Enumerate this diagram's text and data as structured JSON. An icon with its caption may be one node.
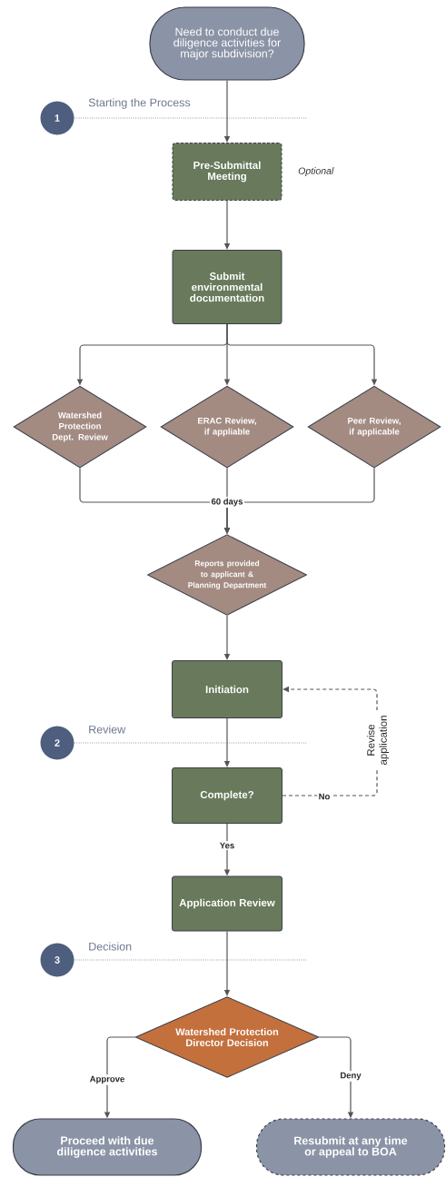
{
  "diagram": {
    "nodes": [
      {
        "text": [
          "Need to conduct due diligence activities for major subdivision?"
        ]
      },
      {
        "text": [
          "1"
        ],
        "beside": [
          "Starting the Process"
        ]
      },
      {
        "text": [
          "Pre-Submittal Meeting"
        ],
        "beside": [
          "Optional"
        ]
      },
      {
        "text": [
          "Submit environmental documentation"
        ]
      },
      {
        "text": [
          "Watershed Protection Dept. Review"
        ]
      },
      {
        "text": [
          "ERAC Review, if appliable"
        ]
      },
      {
        "text": [
          "Peer Review, if applicable"
        ]
      },
      {
        "text": [
          "Reports provided to applicant & Planning Department"
        ]
      },
      {
        "text": [
          "2"
        ],
        "beside": [
          "Review"
        ]
      },
      {
        "text": [
          "Initiation"
        ]
      },
      {
        "text": [
          "Complete?"
        ]
      },
      {
        "text": [
          "Application Review"
        ]
      },
      {
        "text": [
          "3"
        ],
        "beside": [
          "Decision"
        ]
      },
      {
        "text": [
          "Watershed Protection Director Decision"
        ]
      },
      {
        "text": [
          "Proceed with due diligence activities"
        ]
      },
      {
        "text": [
          "Resubmit at any time or appeal to BOA"
        ]
      }
    ],
    "edges": [
      {
        "from": 0,
        "to": 2,
        "arrow": "to"
      },
      {
        "from": 2,
        "to": 3,
        "arrow": "to"
      },
      {
        "from": 3,
        "to": 4,
        "arrow": "to"
      },
      {
        "from": 3,
        "to": 5,
        "arrow": "to"
      },
      {
        "from": 3,
        "to": 6,
        "arrow": "to"
      },
      {
        "from": 4,
        "to": 7,
        "arrow": "to"
      },
      {
        "from": 5,
        "to": 7,
        "arrow": "to",
        "label": "60 days"
      },
      {
        "from": 6,
        "to": 7,
        "arrow": "to"
      },
      {
        "from": 7,
        "to": 9,
        "arrow": "to"
      },
      {
        "from": 9,
        "to": 10,
        "arrow": "to"
      },
      {
        "from": 10,
        "to": 9,
        "arrow": "to",
        "style": "dashed",
        "label": "No"
      },
      {
        "from": 10,
        "to": 11,
        "arrow": "to",
        "label": "Yes"
      },
      {
        "from": 11,
        "to": 13,
        "arrow": "to"
      },
      {
        "from": 13,
        "to": 14,
        "arrow": "to",
        "label": "Approve"
      },
      {
        "from": 13,
        "to": 15,
        "arrow": "to",
        "label": "Deny"
      }
    ],
    "labels": [
      "Revise application"
    ]
  }
}
